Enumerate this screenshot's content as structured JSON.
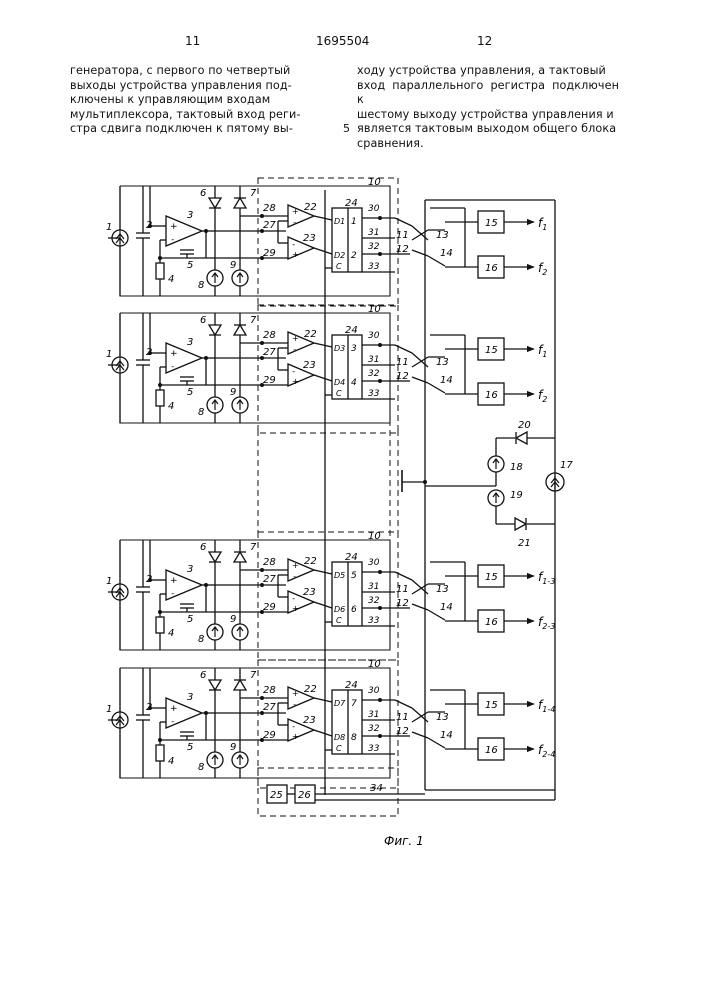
{
  "header": {
    "left_page": "11",
    "patent_number": "1695504",
    "right_page": "12"
  },
  "text": {
    "left": [
      "генератора, с первого по четвертый",
      "выходы устройства управления под-",
      "ключены к управляющим входам",
      "мультиплексора, тактовый вход реги-",
      "стра сдвига подключен к пятому вы-"
    ],
    "line_marker": "5",
    "right": [
      "ходу устройства управления, а тактовый",
      "вход параллельного регистра подключен к",
      "шестому выходу устройства управления и",
      "является тактовым выходом общего блока",
      "сравнения."
    ]
  },
  "figure": {
    "caption": "Фиг. 1",
    "blocks": [
      {
        "reg_in_a": "D1",
        "reg_in_b": "D2",
        "reg_out_a": "1",
        "reg_out_b": "2",
        "f_top": "f",
        "f_top_sub": "1",
        "f_bot": "f",
        "f_bot_sub": "2"
      },
      {
        "reg_in_a": "D3",
        "reg_in_b": "D4",
        "reg_out_a": "3",
        "reg_out_b": "4",
        "f_top": "f",
        "f_top_sub": "1",
        "f_bot": "f",
        "f_bot_sub": "2"
      },
      {
        "reg_in_a": "D5",
        "reg_in_b": "D6",
        "reg_out_a": "5",
        "reg_out_b": "6",
        "f_top": "f",
        "f_top_sub": "1-3",
        "f_bot": "f",
        "f_bot_sub": "2-3"
      },
      {
        "reg_in_a": "D7",
        "reg_in_b": "D8",
        "reg_out_a": "7",
        "reg_out_b": "8",
        "f_top": "f",
        "f_top_sub": "1-4",
        "f_bot": "f",
        "f_bot_sub": "2-4"
      }
    ],
    "labels": {
      "source": "1",
      "cap": "2",
      "opamp": "3",
      "resistor": "4",
      "cap_fb": "5",
      "diode_a": "6",
      "diode_b": "7",
      "current_src_a": "8",
      "current_src_b": "9",
      "dashed_box": "10",
      "sw_a": "11",
      "sw_b": "12",
      "sw_c": "13",
      "sw_d": "14",
      "block_15": "15",
      "block_16": "16",
      "node_28": "28",
      "node_27": "27",
      "node_29": "29",
      "comp_a": "22",
      "comp_b": "23",
      "register": "24",
      "out_30": "30",
      "out_31": "31",
      "out_32": "32",
      "out_33": "33",
      "clock_pin": "C",
      "plus": "+",
      "minus": "-"
    },
    "common": {
      "diode_20": "20",
      "diode_21": "21",
      "src_18": "18",
      "src_19": "19",
      "src_17": "17",
      "block_25": "25",
      "block_26": "26",
      "bus_34": "34"
    }
  }
}
